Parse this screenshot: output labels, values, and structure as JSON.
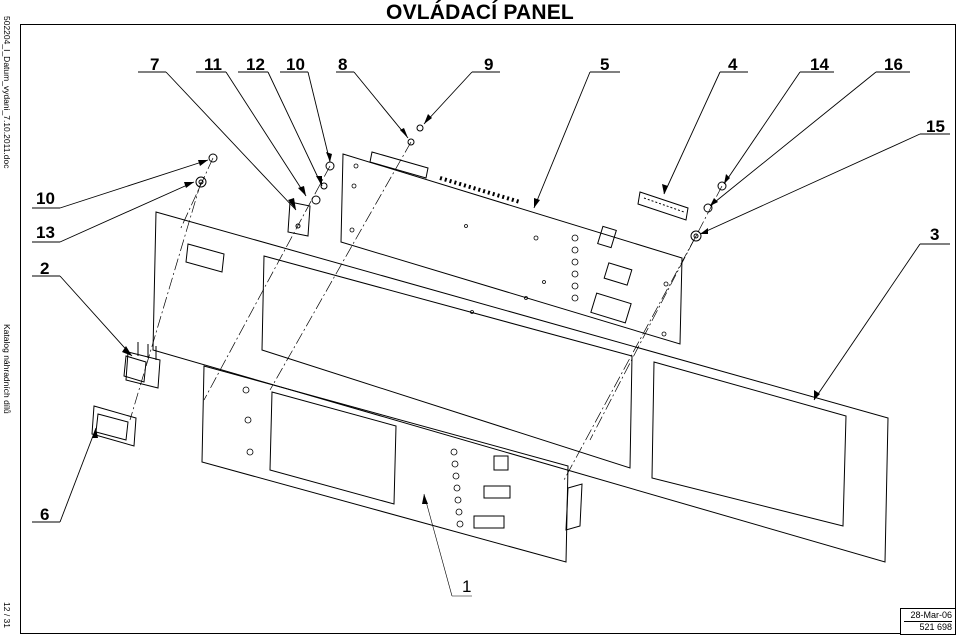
{
  "title": "OVLÁDACÍ PANEL",
  "side_texts": {
    "file": "502204_I_Datum_vydani_7.10.2011.doc",
    "catalog": "Katalog náhradních dílů",
    "page": "12 / 31"
  },
  "stamp": {
    "date": "28-Mar-06",
    "code": "521 698"
  },
  "callouts": {
    "c7": "7",
    "c11": "11",
    "c12": "12",
    "c10top": "10",
    "c8": "8",
    "c9": "9",
    "c5": "5",
    "c4": "4",
    "c14": "14",
    "c16": "16",
    "c15": "15",
    "c10": "10",
    "c13": "13",
    "c2": "2",
    "c3": "3",
    "c6": "6",
    "c1": "1"
  }
}
